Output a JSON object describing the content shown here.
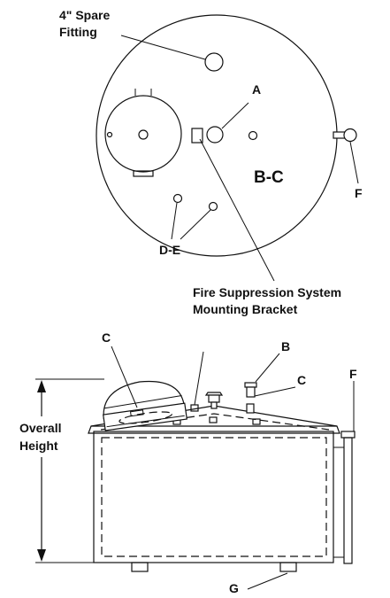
{
  "top_view": {
    "spare_fitting_label": [
      "4\" Spare",
      "Fitting"
    ],
    "label_a": "A",
    "label_bc": "B-C",
    "label_f": "F",
    "label_de": "D-E",
    "fire_suppression_label": [
      "Fire Suppression System",
      "Mounting Bracket"
    ]
  },
  "side_view": {
    "label_c_manway": "C",
    "label_b": "B",
    "label_c": "C",
    "label_f": "F",
    "label_g": "G",
    "overall_height_label": [
      "Overall",
      "Height"
    ]
  },
  "colors": {
    "line": "#111111",
    "background": "#ffffff"
  }
}
